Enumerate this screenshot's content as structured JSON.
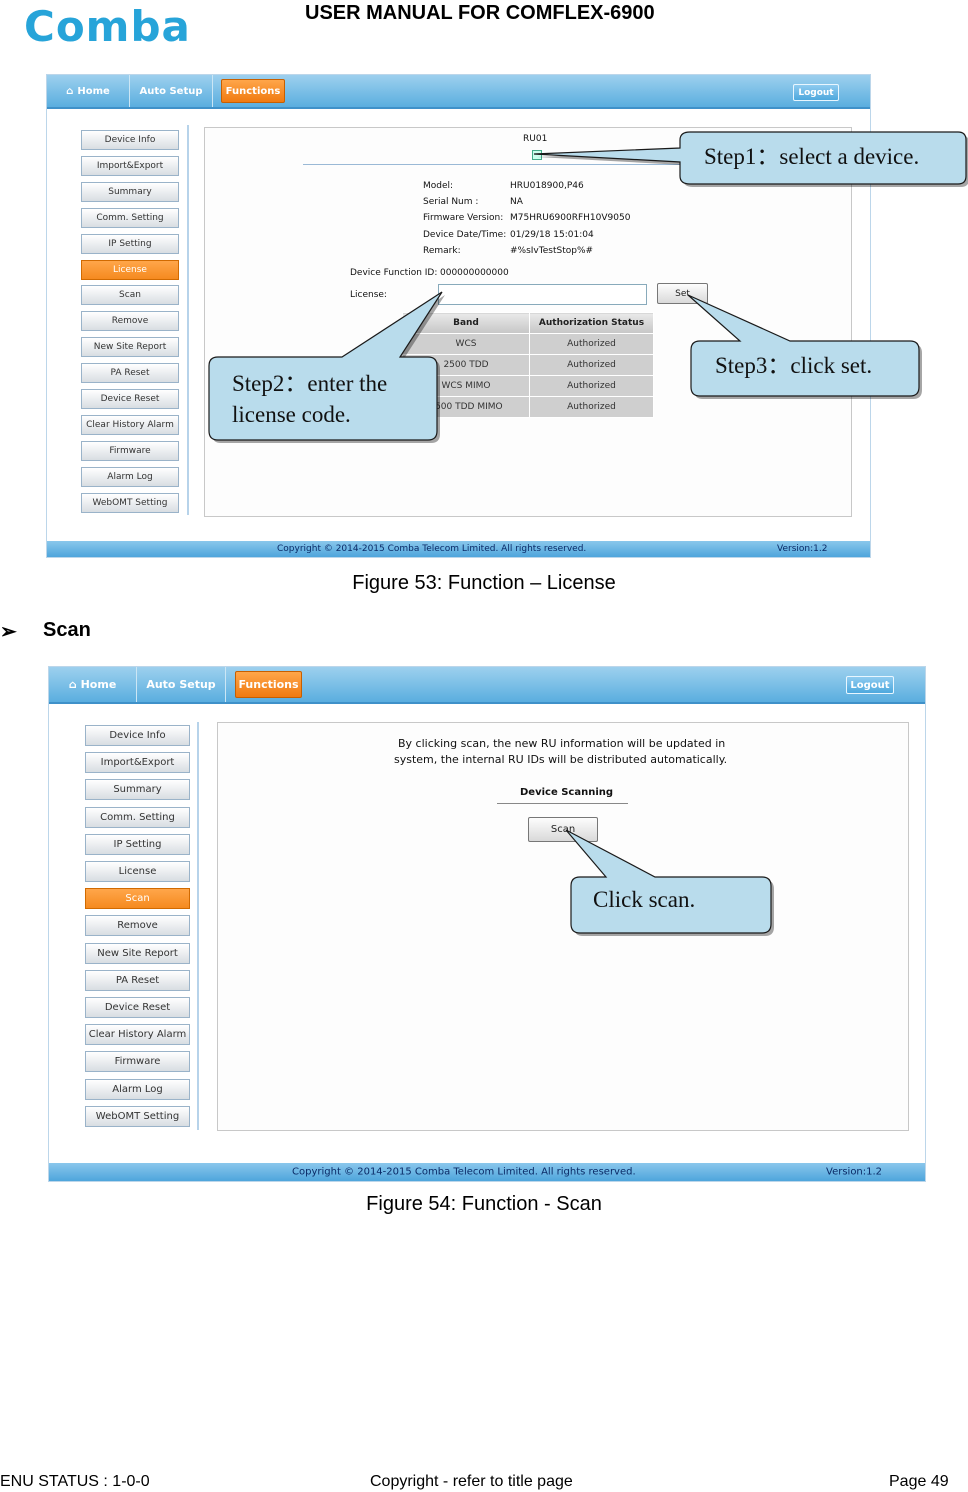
{
  "header": {
    "logo_text": "Comba",
    "title": "USER MANUAL FOR COMFLEX-6900"
  },
  "nav": {
    "home": "Home",
    "auto_setup": "Auto Setup",
    "functions": "Functions",
    "logout": "Logout"
  },
  "sidebar_items": [
    "Device Info",
    "Import&Export",
    "Summary",
    "Comm. Setting",
    "IP Setting",
    "License",
    "Scan",
    "Remove",
    "New Site Report",
    "PA Reset",
    "Device Reset",
    "Clear History Alarm",
    "Firmware",
    "Alarm Log",
    "WebOMT Setting"
  ],
  "fig53": {
    "device": "RU01",
    "model_label": "Model:",
    "model_value": "HRU018900,P46",
    "serial_label": "Serial Num :",
    "serial_value": "NA",
    "fw_label": "Firmware Version:",
    "fw_value": "M75HRU6900RFH10V9050",
    "date_label": "Device Date/Time:",
    "date_value": "01/29/18 15:01:04",
    "remark_label": "Remark:",
    "remark_value": "#%sIvTestStop%#",
    "function_id_label": "Device Function ID:",
    "function_id_value": "000000000000",
    "license_label": "License:",
    "license_value": "",
    "set_button": "Set",
    "table_headers": [
      "Band",
      "Authorization Status"
    ],
    "table_rows": [
      [
        "WCS",
        "Authorized"
      ],
      [
        "2500 TDD",
        "Authorized"
      ],
      [
        "WCS MIMO",
        "Authorized"
      ],
      [
        "2500 TDD MIMO",
        "Authorized"
      ]
    ],
    "callout1": "Step1：select a device.",
    "callout2_line1": "Step2：enter the",
    "callout2_line2": "license code.",
    "callout3": "Step3：click set.",
    "copyright": "Copyright © 2014-2015 Comba Telecom Limited. All rights reserved.",
    "version": "Version:1.2",
    "caption": "Figure 53: Function – License"
  },
  "section": {
    "arrow": "➢",
    "title": "Scan"
  },
  "fig54": {
    "desc_line1": "By clicking scan, the new RU information will be updated in",
    "desc_line2": "system, the internal RU IDs will be distributed automatically.",
    "device_scanning": "Device Scanning",
    "scan_button": "Scan",
    "callout": "Click scan.",
    "copyright": "Copyright © 2014-2015 Comba Telecom Limited. All rights reserved.",
    "version": "Version:1.2",
    "caption": "Figure 54: Function - Scan"
  },
  "footer": {
    "left": "ENU STATUS : 1-0-0",
    "center": "Copyright - refer to title page",
    "right": "Page 49"
  },
  "colors": {
    "accent_orange": "#f58a1f",
    "nav_blue": "#5aaedf",
    "callout_fill": "#b9dcec",
    "logo_blue": "#27a4d9"
  }
}
